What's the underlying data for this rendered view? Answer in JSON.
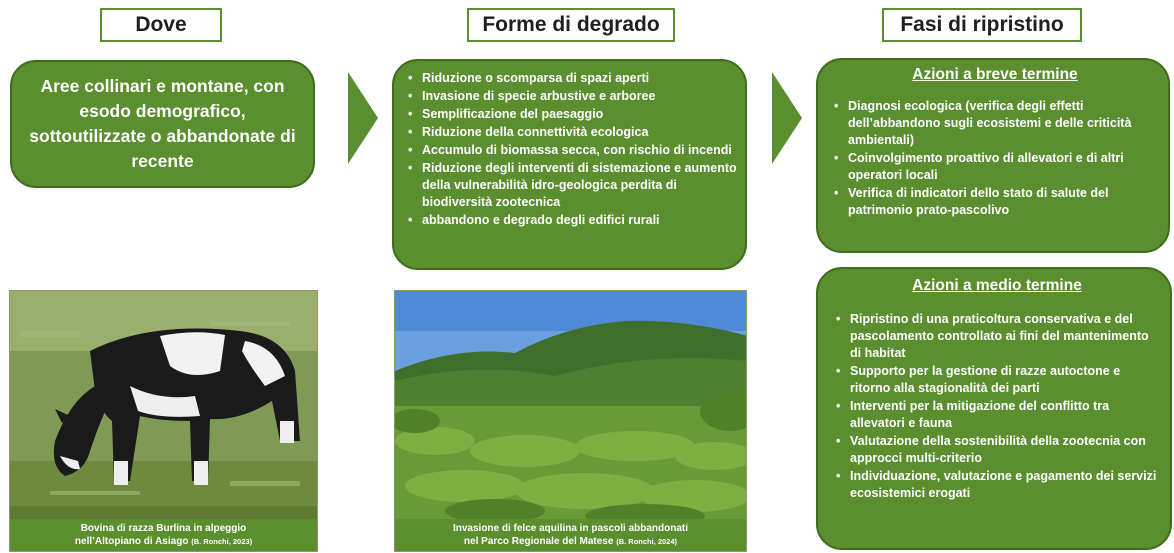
{
  "headers": {
    "dove": "Dove",
    "forme": "Forme di degrado",
    "fasi": "Fasi di ripristino"
  },
  "dove_text": "Aree collinari e montane, con esodo demografico, sottoutilizzate o abbandonate di recente",
  "forme_items": [
    "Riduzione o scomparsa di spazi aperti",
    "Invasione di specie arbustive e arboree",
    "Semplificazione del paesaggio",
    "Riduzione della connettività ecologica",
    "Accumulo di biomassa secca, con rischio di incendi",
    "Riduzione degli interventi di sistemazione e aumento della vulnerabilità idro-geologica perdita di biodiversità zootecnica",
    "abbandono e degrado degli edifici rurali"
  ],
  "breve": {
    "title": "Azioni a breve termine",
    "items": [
      "Diagnosi ecologica (verifica degli effetti dell’abbandono sugli ecosistemi e delle criticità ambientali)",
      "Coinvolgimento proattivo di allevatori e di altri operatori locali",
      "Verifica di indicatori dello stato di salute del patrimonio prato-pascolivo"
    ]
  },
  "medio": {
    "title": "Azioni a medio termine",
    "items": [
      "Ripristino di una praticoltura conservativa e del pascolamento controllato ai fini del mantenimento di habitat",
      "Supporto per la gestione di razze autoctone e ritorno alla stagionalità dei parti",
      "Interventi per la mitigazione del conflitto tra allevatori e fauna",
      "Valutazione della sostenibilità della zootecnia con approcci multi-criterio",
      "Individuazione, valutazione e pagamento dei servizi ecosistemici erogati"
    ]
  },
  "photo_cow": {
    "caption_line1": "Bovina di razza Burlina in alpeggio",
    "caption_line2": "nell’Altopiano di Asiago",
    "credit": "(B. Ronchi, 2023)"
  },
  "photo_fern": {
    "caption_line1": "Invasione di felce aquilina in pascoli abbandonati",
    "caption_line2": "nel Parco Regionale del Matese",
    "credit": "(B. Ronchi, 2024)"
  },
  "colors": {
    "box_green": "#5a8e2e",
    "box_border": "#3f6d1c",
    "text_on_green": "#ffffff"
  }
}
